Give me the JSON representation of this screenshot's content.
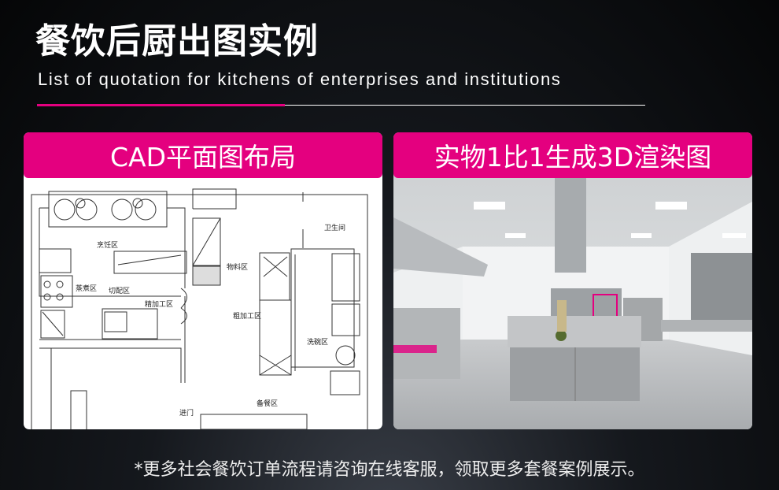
{
  "header": {
    "title": "餐饮后厨出图实例",
    "subtitle": "List of quotation for kitchens of enterprises and institutions"
  },
  "colors": {
    "accent": "#e4007f"
  },
  "cards": [
    {
      "label": "CAD平面图布局",
      "zones": [
        "烹饪区",
        "蒸煮区",
        "切配区",
        "精加工区",
        "物料区",
        "粗加工区",
        "洗碗区",
        "卫生间",
        "备餐区",
        "进门"
      ]
    },
    {
      "label": "实物1比1生成3D渲染图"
    }
  ],
  "footer": {
    "note": "*更多社会餐饮订单流程请咨询在线客服，领取更多套餐案例展示。"
  }
}
